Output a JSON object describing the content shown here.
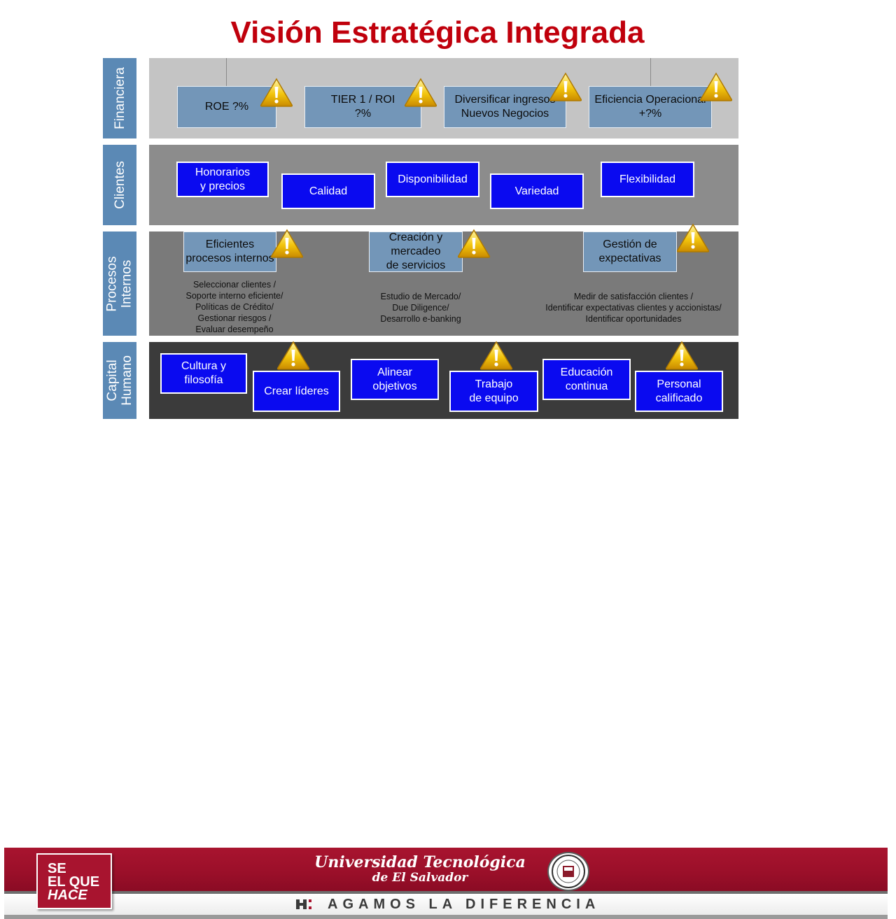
{
  "title": "Visión Estratégica Integrada",
  "perspectives": {
    "financiera": "Financiera",
    "clientes": "Clientes",
    "procesos": "Procesos\nInternos",
    "capital": "Capital\nHumano"
  },
  "financiera_boxes": [
    "ROE ?%",
    "TIER 1 / ROI\n?%",
    "Diversificar ingresos\nNuevos Negocios",
    "Eficiencia Operacional\n+?%"
  ],
  "clientes_boxes": [
    "Honorarios\ny precios",
    "Calidad",
    "Disponibilidad",
    "Variedad",
    "Flexibilidad"
  ],
  "procesos_boxes": [
    "Eficientes\nprocesos internos",
    "Creación y\nmercadeo\nde servicios",
    "Gestión de\nexpectativas"
  ],
  "procesos_details": [
    "Seleccionar  clientes /\nSoporte interno eficiente/\nPolíticas de Crédito/\nGestionar riesgos /\nEvaluar desempeño",
    "Estudio de Mercado/\nDue Diligence/\nDesarrollo e-banking",
    "Medir de satisfacción clientes /\nIdentificar expectativas clientes y accionistas/\nIdentificar oportunidades"
  ],
  "capital_boxes": [
    "Cultura y\nfilosofía",
    "Crear líderes",
    "Alinear\nobjetivos",
    "Trabajo\nde equipo",
    "Educación\ncontinua",
    "Personal\ncalificado"
  ],
  "icons": {
    "warning": "warning-icon"
  },
  "colors": {
    "title": "#c0000c",
    "perspective_label": "#5b89b5",
    "financial_box": "#7396b8",
    "customer_box": "#0a0af0",
    "footer_red": "#a8142f"
  },
  "footer": {
    "slogan_line1": "SE",
    "slogan_line2": "EL QUE",
    "slogan_line3": "HACE",
    "university_line1": "Universidad Tecnológica",
    "university_line2": "de El Salvador",
    "motto": "AGAMOS LA DIFERENCIA"
  }
}
